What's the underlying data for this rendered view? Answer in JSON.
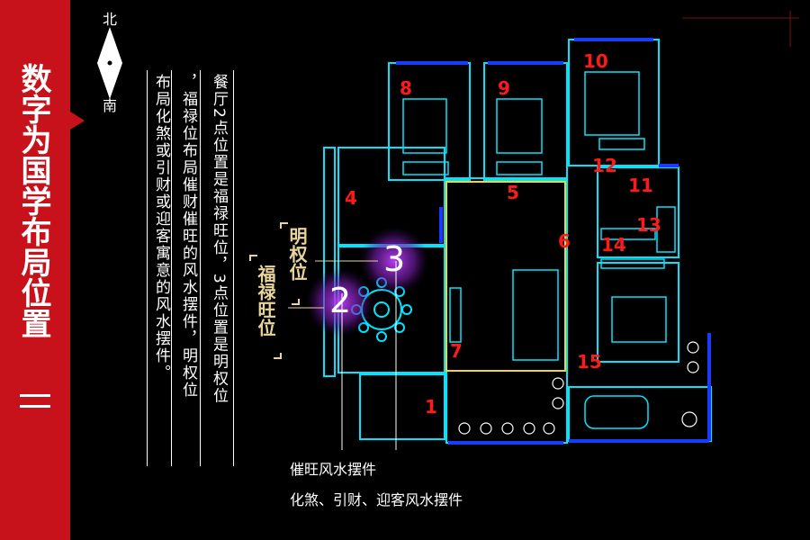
{
  "sidebar": {
    "title": "数字为国学布局位置"
  },
  "compass": {
    "north": "北",
    "south": "南"
  },
  "description": {
    "col1": "餐厅2点位置是福禄旺位，3点位置是明权位",
    "col2": "，福禄位布局催财催旺的风水摆件，明权位",
    "col3": "布局化煞或引财或迎客寓意的风水摆件。"
  },
  "legend": {
    "line1": "催旺风水摆件",
    "line2": "化煞、引财、迎客风水摆件"
  },
  "tags": {
    "mingquan": "明权位",
    "fulu": "福禄旺位"
  },
  "markers": {
    "m2": "2",
    "m3": "3"
  },
  "rooms": [
    {
      "label": "1"
    },
    {
      "label": "4"
    },
    {
      "label": "5"
    },
    {
      "label": "6"
    },
    {
      "label": "7"
    },
    {
      "label": "8"
    },
    {
      "label": "9"
    },
    {
      "label": "10"
    },
    {
      "label": "11"
    },
    {
      "label": "12"
    },
    {
      "label": "13"
    },
    {
      "label": "14"
    },
    {
      "label": "15"
    }
  ],
  "colors": {
    "accent": "#c8121b",
    "plan_line": "#00e5ff",
    "wall_blue": "#1a3cff",
    "room_num": "#ff1a1a",
    "gold": "#e9d49a",
    "yellow": "#f2d81f"
  }
}
